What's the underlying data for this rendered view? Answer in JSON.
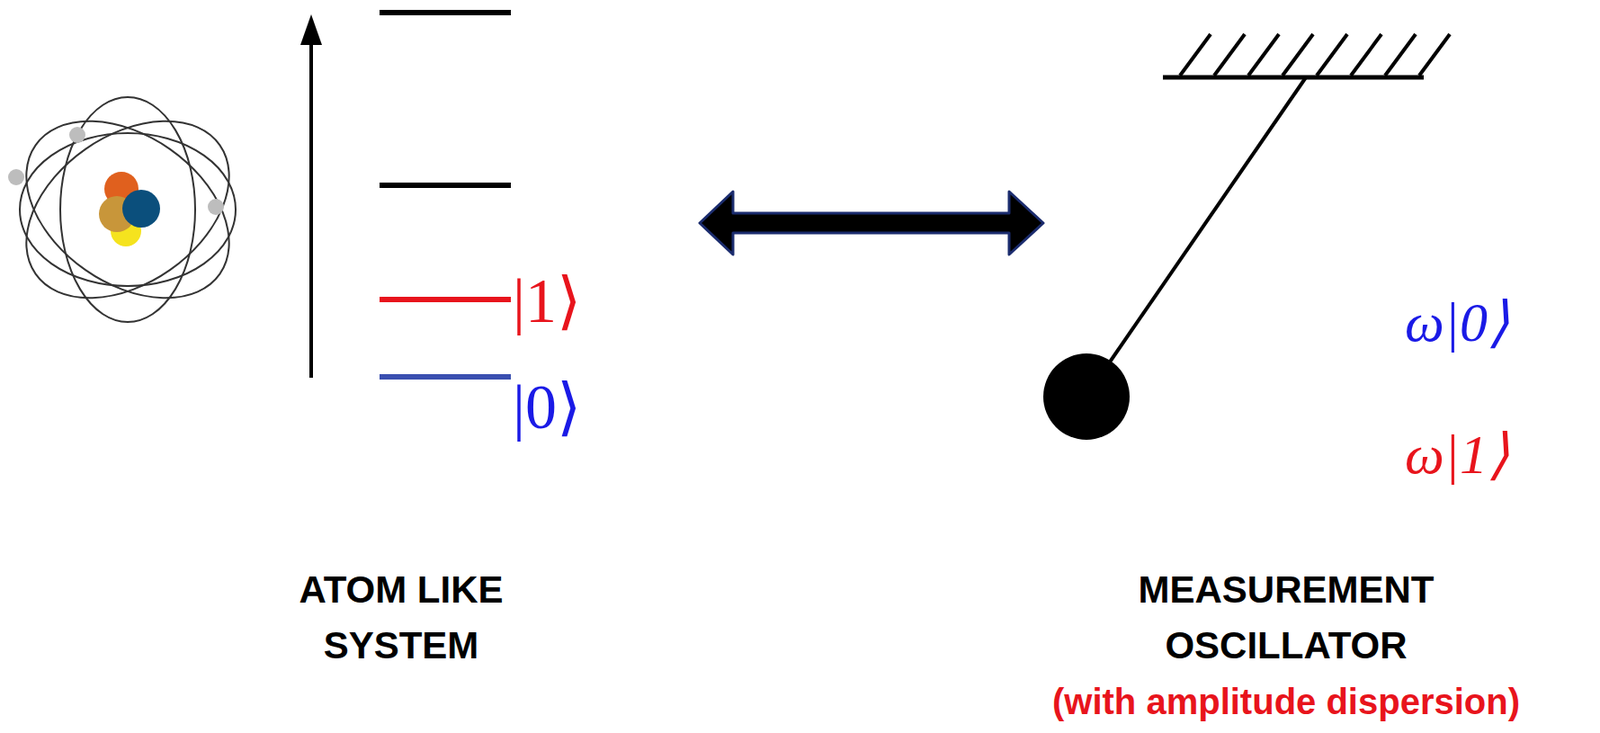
{
  "diagram": {
    "labels": [
      "|1⟩",
      "|0⟩",
      "ω|0⟩",
      "ω|1⟩",
      "ATOM LIKE SYSTEM",
      "MEASUREMENT OSCILLATOR",
      "(with amplitude dispersion)"
    ]
  }
}
